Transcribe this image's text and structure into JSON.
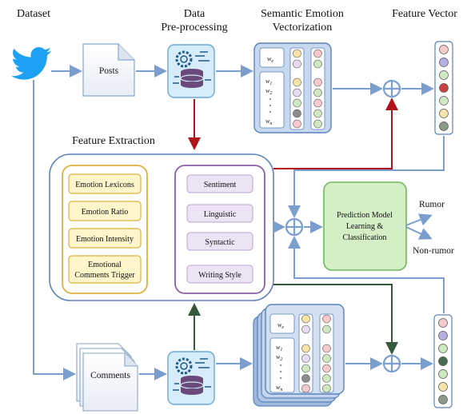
{
  "headers": {
    "dataset": "Dataset",
    "preprocessing": [
      "Data",
      "Pre-processing"
    ],
    "vectorization": [
      "Semantic Emotion",
      "Vectorization"
    ],
    "feature_vector": "Feature Vector",
    "feature_extraction": "Feature Extraction"
  },
  "nodes": {
    "posts": "Posts",
    "comments": "Comments"
  },
  "emotion_features": [
    "Emotion Lexicons",
    "Emotion Ratio",
    "Emotion Intensity",
    [
      "Emotional",
      "Comments Trigger"
    ]
  ],
  "text_features": [
    "Sentiment",
    "Linguistic",
    "Syntactic",
    "Writing Style"
  ],
  "prediction": [
    "Prediction Model",
    "Learning &",
    "Classification"
  ],
  "outputs": {
    "rumor": "Rumor",
    "non_rumor": "Non-rumor"
  },
  "word_vector_symbols": {
    "e": "w",
    "e_sub": "e",
    "tokens": [
      "w",
      "w",
      "w"
    ],
    "token_subs": [
      "1",
      "2",
      "n"
    ]
  },
  "colors": {
    "twitter_blue": "#1da1f2",
    "flow_blue": "#7a9fcf",
    "red_arrow": "#b0141a",
    "green_arrow": "#35593a",
    "emotion_box_border": "#e0b040",
    "emotion_box_fill": "#fff6cc",
    "text_box_border": "#8a5fa8",
    "text_box_fill": "#ece4f4",
    "prediction_fill": "#d4efc6",
    "prediction_border": "#6fb85a"
  },
  "feature_vector_dot_colors": {
    "top": [
      "#f6c9cc",
      "#b9aee0",
      "#cfe8c2",
      "#c94040",
      "#cfe8c2",
      "#f6e4a8",
      "#8c9a8a"
    ],
    "bottom": [
      "#f6c9cc",
      "#b9aee0",
      "#cfe8c2",
      "#4a6a4f",
      "#cfe8c2",
      "#f6e4a8",
      "#8c9a8a"
    ]
  },
  "icons": [
    "twitter-bird-icon",
    "document-icon",
    "document-stack-icon",
    "gear-database-icon"
  ]
}
